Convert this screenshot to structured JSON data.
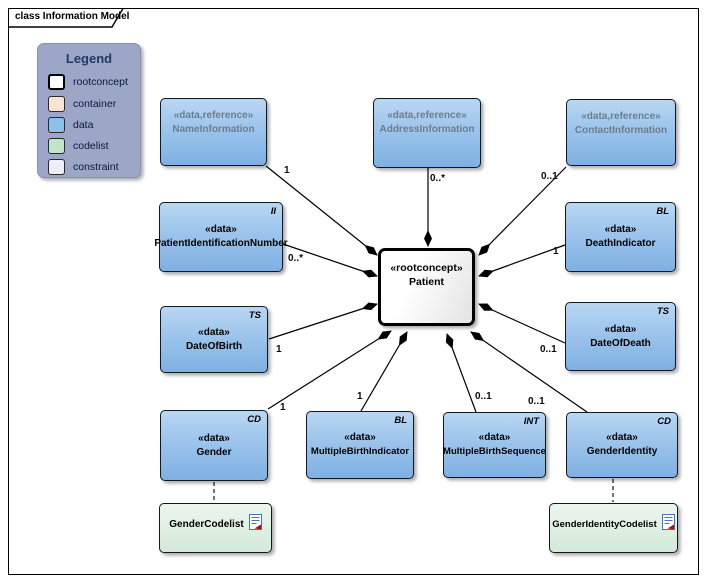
{
  "frame": {
    "title": "class Information Model"
  },
  "legend": {
    "title": "Legend",
    "items": [
      {
        "label": "rootconcept",
        "color": "#ffffff"
      },
      {
        "label": "container",
        "color": "#f9e4d0"
      },
      {
        "label": "data",
        "color": "#8cbfe9"
      },
      {
        "label": "codelist",
        "color": "#c2e4cb"
      },
      {
        "label": "constraint",
        "color": "#eceefb"
      }
    ]
  },
  "nodes": {
    "patient": {
      "stereotype": "«rootconcept»",
      "name": "Patient"
    },
    "nameInformation": {
      "stereotype": "«data,reference»",
      "name": "NameInformation",
      "mult": "1"
    },
    "addressInformation": {
      "stereotype": "«data,reference»",
      "name": "AddressInformation",
      "mult": "0..*"
    },
    "contactInformation": {
      "stereotype": "«data,reference»",
      "name": "ContactInformation",
      "mult": "0..1"
    },
    "patientIdentificationNumber": {
      "stereotype": "«data»",
      "name": "PatientIdentificationNumber",
      "tag": "II",
      "mult": "0..*"
    },
    "dateOfBirth": {
      "stereotype": "«data»",
      "name": "DateOfBirth",
      "tag": "TS",
      "mult": "1"
    },
    "deathIndicator": {
      "stereotype": "«data»",
      "name": "DeathIndicator",
      "tag": "BL",
      "mult": "1"
    },
    "dateOfDeath": {
      "stereotype": "«data»",
      "name": "DateOfDeath",
      "tag": "TS",
      "mult": "0..1"
    },
    "gender": {
      "stereotype": "«data»",
      "name": "Gender",
      "tag": "CD",
      "mult": "1"
    },
    "multipleBirthIndicator": {
      "stereotype": "«data»",
      "name": "MultipleBirthIndicator",
      "tag": "BL",
      "mult": "1"
    },
    "multipleBirthSequence": {
      "stereotype": "«data»",
      "name": "MultipleBirthSequence",
      "tag": "INT",
      "mult": "0..1"
    },
    "genderIdentity": {
      "stereotype": "«data»",
      "name": "GenderIdentity",
      "tag": "CD",
      "mult": "0..1"
    },
    "genderCodelist": {
      "name": "GenderCodelist"
    },
    "genderIdentityCodelist": {
      "name": "GenderIdentityCodelist"
    }
  },
  "colors": {
    "data_fill_top": "#b9d7f2",
    "data_fill_bottom": "#7fb0e2",
    "codelist_fill_top": "#edf7ef",
    "codelist_fill_bottom": "#d2e9d8",
    "rootconcept_fill": "#ffffff",
    "legend_background": "#9ca7c8",
    "legend_title_color": "#1f3a67",
    "reference_text_color": "#6e7d8e",
    "connector_color": "#000000",
    "codelist_icon_accent": "#c00000",
    "codelist_icon_outline": "#4472c4"
  }
}
